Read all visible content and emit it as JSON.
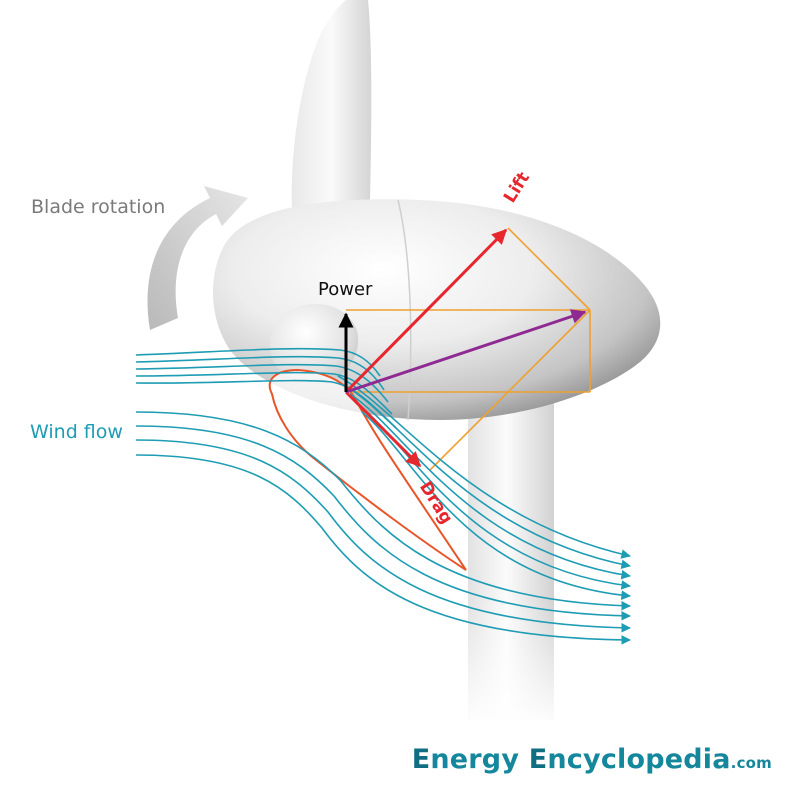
{
  "labels": {
    "blade_rotation": "Blade rotation",
    "wind_flow": "Wind flow",
    "power": "Power",
    "lift": "Lift",
    "drag": "Drag"
  },
  "brand": {
    "e1": "E",
    "word1": "nergy",
    "e2": "E",
    "word2": "ncyclopedia",
    "suffix": ".com"
  },
  "colors": {
    "wind": "#1e9cb4",
    "force_arrows": "#e8262e",
    "resultant": "#8e2a92",
    "power_arrow": "#000000",
    "parallelogram": "#f0a030",
    "airfoil": "#e8552a",
    "brand": "#15879c"
  }
}
